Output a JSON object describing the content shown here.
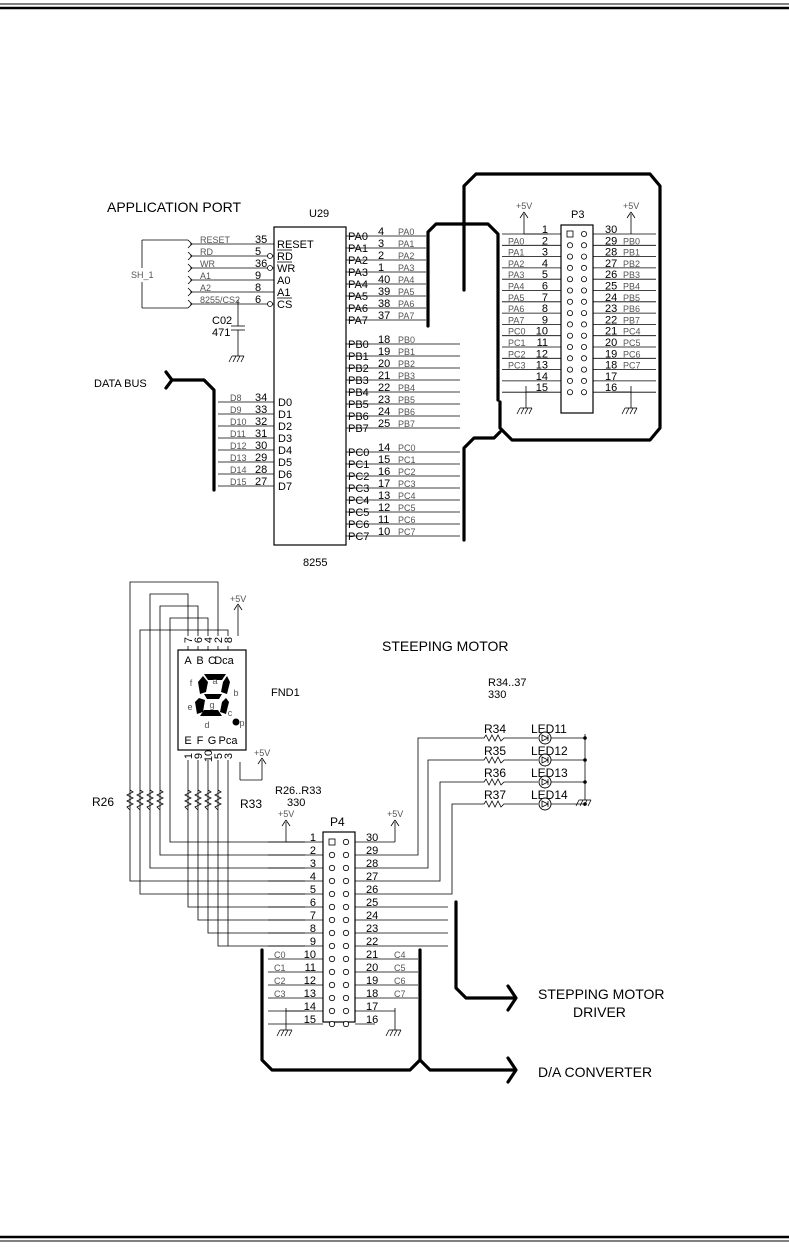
{
  "app": {
    "title": "APPLICATION PORT",
    "ic_ref": "U29",
    "ic_part": "8255",
    "sh_label": "SH_1",
    "cap_ref": "C02",
    "cap_val": "471",
    "data_bus": "DATA BUS",
    "control_nets": [
      "RESET",
      "RD",
      "WR",
      "A1",
      "A2",
      "8255/CS2"
    ],
    "control_pins": [
      {
        "num": "35",
        "name": "RESET"
      },
      {
        "num": "5",
        "name": "RD"
      },
      {
        "num": "36",
        "name": "WR"
      },
      {
        "num": "9",
        "name": "A0"
      },
      {
        "num": "8",
        "name": "A1"
      },
      {
        "num": "6",
        "name": "CS"
      }
    ],
    "data_nets": [
      "D8",
      "D9",
      "D10",
      "D11",
      "D12",
      "D13",
      "D14",
      "D15"
    ],
    "data_pins": [
      {
        "num": "34",
        "name": "D0"
      },
      {
        "num": "33",
        "name": "D1"
      },
      {
        "num": "32",
        "name": "D2"
      },
      {
        "num": "31",
        "name": "D3"
      },
      {
        "num": "30",
        "name": "D4"
      },
      {
        "num": "29",
        "name": "D5"
      },
      {
        "num": "28",
        "name": "D6"
      },
      {
        "num": "27",
        "name": "D7"
      }
    ],
    "pa_pins": [
      {
        "num": "4",
        "name": "PA0",
        "net": "PA0"
      },
      {
        "num": "3",
        "name": "PA1",
        "net": "PA1"
      },
      {
        "num": "2",
        "name": "PA2",
        "net": "PA2"
      },
      {
        "num": "1",
        "name": "PA3",
        "net": "PA3"
      },
      {
        "num": "40",
        "name": "PA4",
        "net": "PA4"
      },
      {
        "num": "39",
        "name": "PA5",
        "net": "PA5"
      },
      {
        "num": "38",
        "name": "PA6",
        "net": "PA6"
      },
      {
        "num": "37",
        "name": "PA7",
        "net": "PA7"
      }
    ],
    "pb_pins": [
      {
        "num": "18",
        "name": "PB0",
        "net": "PB0"
      },
      {
        "num": "19",
        "name": "PB1",
        "net": "PB1"
      },
      {
        "num": "20",
        "name": "PB2",
        "net": "PB2"
      },
      {
        "num": "21",
        "name": "PB3",
        "net": "PB3"
      },
      {
        "num": "22",
        "name": "PB4",
        "net": "PB4"
      },
      {
        "num": "23",
        "name": "PB5",
        "net": "PB5"
      },
      {
        "num": "24",
        "name": "PB6",
        "net": "PB6"
      },
      {
        "num": "25",
        "name": "PB7",
        "net": "PB7"
      }
    ],
    "pc_pins": [
      {
        "num": "14",
        "name": "PC0",
        "net": "PC0"
      },
      {
        "num": "15",
        "name": "PC1",
        "net": "PC1"
      },
      {
        "num": "16",
        "name": "PC2",
        "net": "PC2"
      },
      {
        "num": "17",
        "name": "PC3",
        "net": "PC3"
      },
      {
        "num": "13",
        "name": "PC4",
        "net": "PC4"
      },
      {
        "num": "12",
        "name": "PC5",
        "net": "PC5"
      },
      {
        "num": "11",
        "name": "PC6",
        "net": "PC6"
      },
      {
        "num": "10",
        "name": "PC7",
        "net": "PC7"
      }
    ]
  },
  "p3": {
    "ref": "P3",
    "vcc_left": "+5V",
    "vcc_right": "+5V",
    "left_pins": [
      "1",
      "2",
      "3",
      "4",
      "5",
      "6",
      "7",
      "8",
      "9",
      "10",
      "11",
      "12",
      "13",
      "14",
      "15"
    ],
    "left_nets": [
      "",
      "PA0",
      "PA1",
      "PA2",
      "PA3",
      "PA4",
      "PA5",
      "PA6",
      "PA7",
      "PC0",
      "PC1",
      "PC2",
      "PC3",
      "",
      ""
    ],
    "right_pins": [
      "30",
      "29",
      "28",
      "27",
      "26",
      "25",
      "24",
      "23",
      "22",
      "21",
      "20",
      "19",
      "18",
      "17",
      "16"
    ],
    "right_nets": [
      "",
      "PB0",
      "PB1",
      "PB2",
      "PB3",
      "PB4",
      "PB5",
      "PB6",
      "PB7",
      "PC4",
      "PC5",
      "PC6",
      "PC7",
      "",
      ""
    ]
  },
  "motor": {
    "title": "STEEPING MOTOR",
    "fnd_ref": "FND1",
    "fnd_top_labels": [
      "A",
      "B",
      "C",
      "Dca"
    ],
    "fnd_top_pins": [
      "7",
      "6",
      "4",
      "2",
      "8"
    ],
    "fnd_bottom_labels": [
      "E",
      "F",
      "G",
      "Pca"
    ],
    "fnd_bottom_pins": [
      "1",
      "9",
      "10",
      "5",
      "3"
    ],
    "seg_letters": [
      "a",
      "b",
      "c",
      "d",
      "e",
      "f",
      "g",
      "p"
    ],
    "vcc_fnd": "+5V",
    "vcc_fnd2": "+5V",
    "r_left": "R26",
    "r_right": "R33",
    "r_group": "R26..R33",
    "r_group_val": "330",
    "led_group": "R34..37",
    "led_group_val": "330",
    "led_rows": [
      {
        "res": "R34",
        "led": "LED11"
      },
      {
        "res": "R35",
        "led": "LED12"
      },
      {
        "res": "R36",
        "led": "LED13"
      },
      {
        "res": "R37",
        "led": "LED14"
      }
    ],
    "p4_ref": "P4",
    "p4_vcc_left": "+5V",
    "p4_vcc_right": "+5V",
    "p4_left_pins": [
      "1",
      "2",
      "3",
      "4",
      "5",
      "6",
      "7",
      "8",
      "9",
      "10",
      "11",
      "12",
      "13",
      "14",
      "15"
    ],
    "p4_left_nets": [
      "",
      "",
      "",
      "",
      "",
      "",
      "",
      "",
      "",
      "C0",
      "C1",
      "C2",
      "C3",
      "",
      ""
    ],
    "p4_right_pins": [
      "30",
      "29",
      "28",
      "27",
      "26",
      "25",
      "24",
      "23",
      "22",
      "21",
      "20",
      "19",
      "18",
      "17",
      "16"
    ],
    "p4_right_nets": [
      "",
      "",
      "",
      "",
      "",
      "",
      "",
      "",
      "",
      "C4",
      "C5",
      "C6",
      "C7",
      "",
      ""
    ],
    "stepper_driver_1": "STEPPING MOTOR",
    "stepper_driver_2": "DRIVER",
    "dac": "D/A CONVERTER"
  }
}
